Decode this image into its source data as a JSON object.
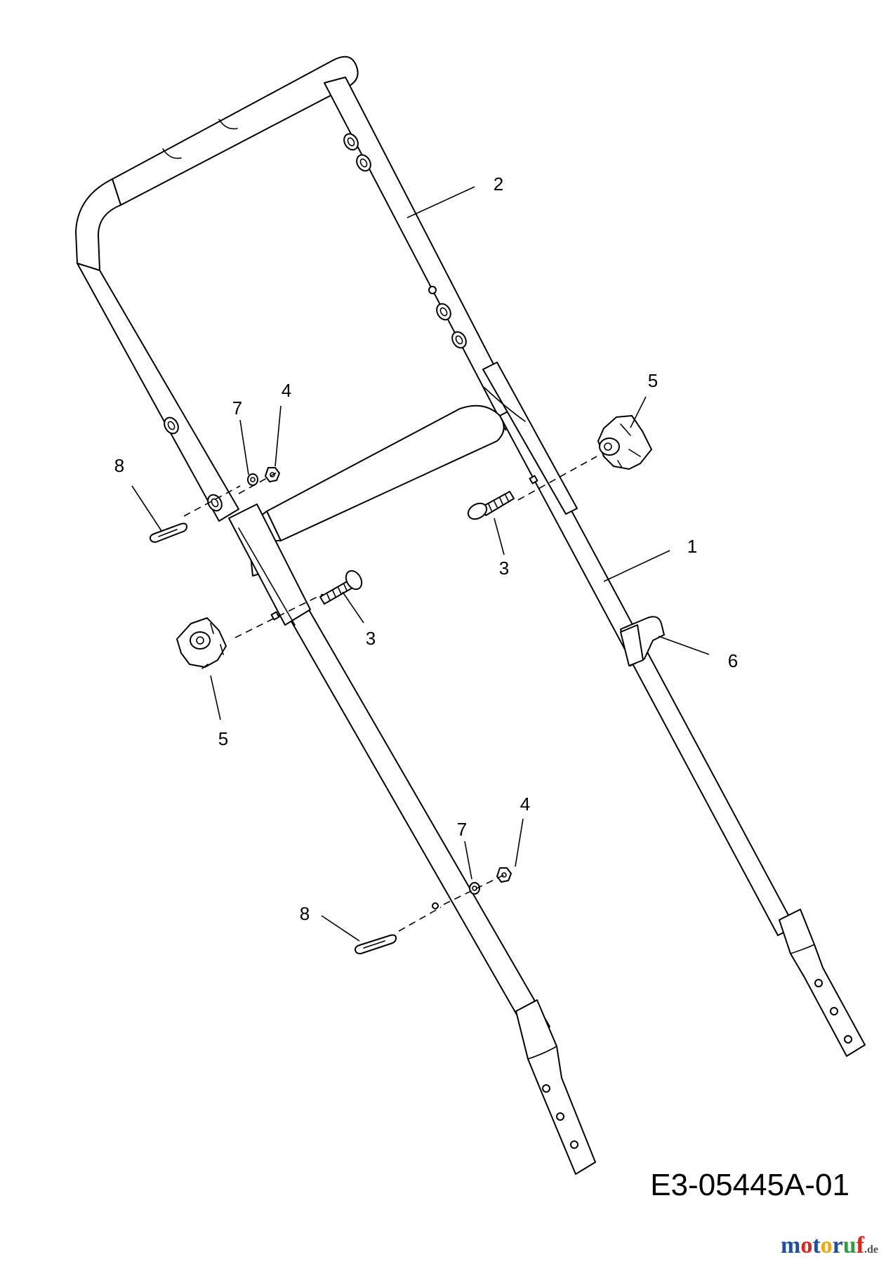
{
  "callouts": {
    "part_1": "1",
    "part_2": "2",
    "part_3_upper": "3",
    "part_3_lower": "3",
    "part_4_upper": "4",
    "part_4_lower": "4",
    "part_5_right": "5",
    "part_5_left": "5",
    "part_6": "6",
    "part_7_upper": "7",
    "part_7_lower": "7",
    "part_8_upper": "8",
    "part_8_lower": "8"
  },
  "drawing_code": "E3-05445A-01",
  "logo": {
    "letters": [
      "m",
      "o",
      "t",
      "o",
      "r",
      "u",
      "f"
    ],
    "letter_colors": [
      "#1f4e9c",
      "#e2231a",
      "#1f4e9c",
      "#f0a800",
      "#1f4e9c",
      "#2e9e3e",
      "#e2231a"
    ],
    "tld": ".de"
  }
}
